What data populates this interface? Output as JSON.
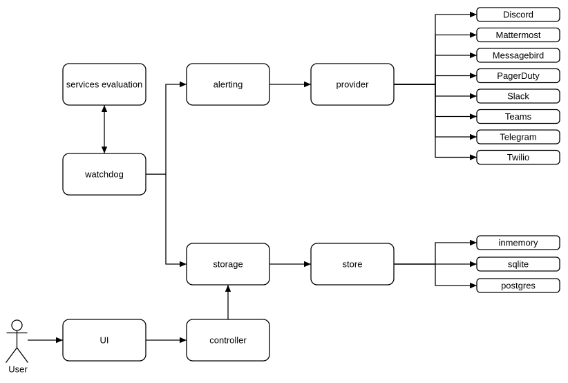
{
  "colors": {
    "background": "#ffffff",
    "stroke": "#000000",
    "node_fill": "#ffffff",
    "text": "#000000"
  },
  "diagram": {
    "actor": {
      "label": "User"
    },
    "nodes": {
      "services_evaluation": {
        "label": "services evaluation"
      },
      "watchdog": {
        "label": "watchdog"
      },
      "alerting": {
        "label": "alerting"
      },
      "provider": {
        "label": "provider"
      },
      "storage": {
        "label": "storage"
      },
      "store": {
        "label": "store"
      },
      "ui": {
        "label": "UI"
      },
      "controller": {
        "label": "controller"
      },
      "discord": {
        "label": "Discord"
      },
      "mattermost": {
        "label": "Mattermost"
      },
      "messagebird": {
        "label": "Messagebird"
      },
      "pagerduty": {
        "label": "PagerDuty"
      },
      "slack": {
        "label": "Slack"
      },
      "teams": {
        "label": "Teams"
      },
      "telegram": {
        "label": "Telegram"
      },
      "twilio": {
        "label": "Twilio"
      },
      "inmemory": {
        "label": "inmemory"
      },
      "sqlite": {
        "label": "sqlite"
      },
      "postgres": {
        "label": "postgres"
      }
    },
    "edges": [
      {
        "from": "watchdog",
        "to": "services_evaluation",
        "direction": "bidirectional"
      },
      {
        "from": "watchdog",
        "to": "alerting",
        "direction": "forward"
      },
      {
        "from": "watchdog",
        "to": "storage",
        "direction": "forward"
      },
      {
        "from": "alerting",
        "to": "provider",
        "direction": "forward"
      },
      {
        "from": "provider",
        "to": "discord",
        "direction": "forward"
      },
      {
        "from": "provider",
        "to": "mattermost",
        "direction": "forward"
      },
      {
        "from": "provider",
        "to": "messagebird",
        "direction": "forward"
      },
      {
        "from": "provider",
        "to": "pagerduty",
        "direction": "forward"
      },
      {
        "from": "provider",
        "to": "slack",
        "direction": "forward"
      },
      {
        "from": "provider",
        "to": "teams",
        "direction": "forward"
      },
      {
        "from": "provider",
        "to": "telegram",
        "direction": "forward"
      },
      {
        "from": "provider",
        "to": "twilio",
        "direction": "forward"
      },
      {
        "from": "storage",
        "to": "store",
        "direction": "forward"
      },
      {
        "from": "store",
        "to": "inmemory",
        "direction": "forward"
      },
      {
        "from": "store",
        "to": "sqlite",
        "direction": "forward"
      },
      {
        "from": "store",
        "to": "postgres",
        "direction": "forward"
      },
      {
        "from": "user",
        "to": "ui",
        "direction": "forward"
      },
      {
        "from": "ui",
        "to": "controller",
        "direction": "forward"
      },
      {
        "from": "controller",
        "to": "storage",
        "direction": "forward"
      }
    ]
  }
}
